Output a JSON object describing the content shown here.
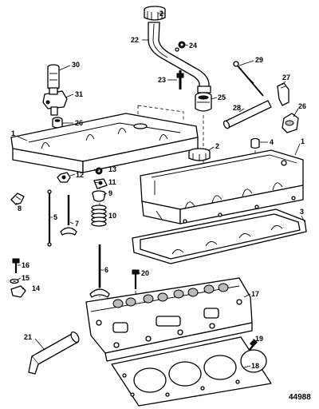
{
  "callouts": {
    "c1_left": "1",
    "c1_right": "1",
    "c2_top": "2",
    "c2_mid": "2",
    "c3": "3",
    "c4": "4",
    "c5": "5",
    "c6": "6",
    "c7": "7",
    "c8": "8",
    "c9": "9",
    "c10": "10",
    "c11": "11",
    "c12": "12",
    "c13": "13",
    "c14": "14",
    "c15": "15",
    "c16": "16",
    "c17": "17",
    "c18": "18",
    "c19": "19",
    "c20": "20",
    "c21": "21",
    "c22": "22",
    "c23": "23",
    "c24": "24",
    "c25": "25",
    "c26_left": "26",
    "c26_right": "26",
    "c27": "27",
    "c28": "28",
    "c29": "29",
    "c30": "30",
    "c31": "31"
  },
  "figure_number": "44988"
}
